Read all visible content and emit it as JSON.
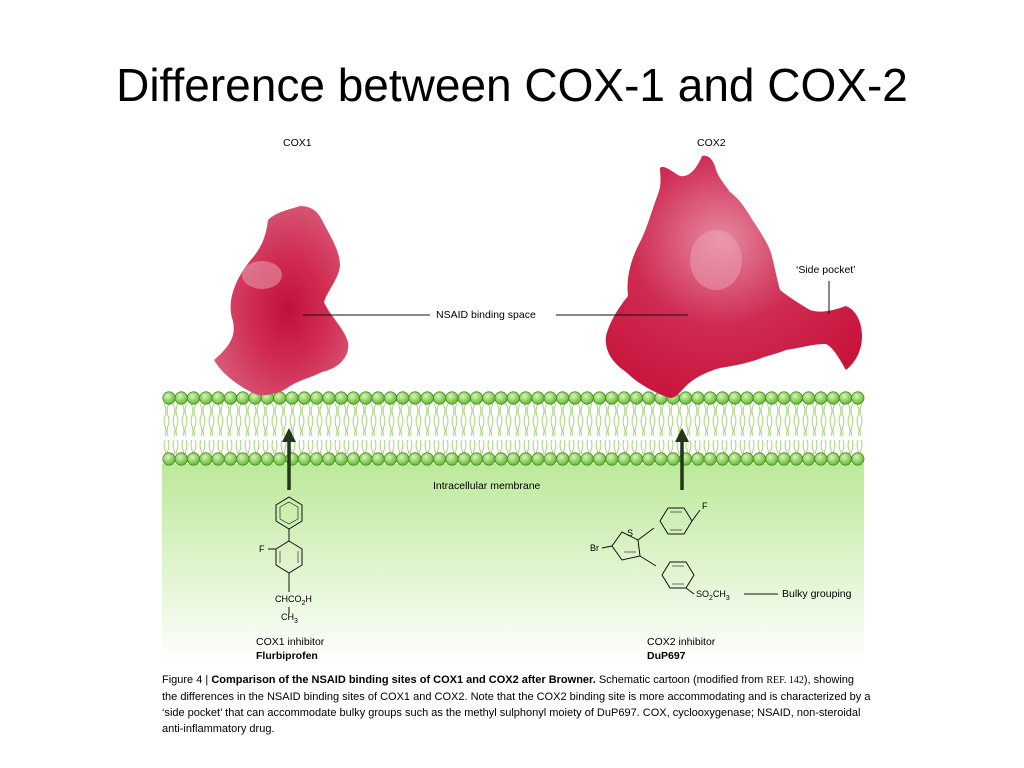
{
  "slide": {
    "title": "Difference between COX-1 and COX-2"
  },
  "figure": {
    "cox1_label": "COX1",
    "cox2_label": "COX2",
    "side_pocket_label": "‘Side pocket’",
    "binding_space_label": "NSAID binding space",
    "membrane_label": "Intracellular membrane",
    "bulky_label": "Bulky grouping",
    "cox1_inhibitor": {
      "title": "COX1 inhibitor",
      "name": "Flurbiprofen"
    },
    "cox2_inhibitor": {
      "title": "COX2 inhibitor",
      "name": "DuP697"
    },
    "chem": {
      "f1": "F",
      "chco2h": "CHCO",
      "chco2h_sub": "2",
      "chco2h_tail": "H",
      "ch3": "CH",
      "ch3_sub": "3",
      "s": "S",
      "br": "Br",
      "f2": "F",
      "so2ch3": "SO",
      "so2_sub": "2",
      "so2_ch": "CH",
      "so2_sub3": "3"
    }
  },
  "caption": {
    "fig_no": "Figure 4 | ",
    "bold_title": "Comparison of the NSAID binding sites of COX1 and COX2 after Browner.",
    "text1": " Schematic cartoon (modified from ",
    "ref": "REF. 142",
    "text2": "), showing the differences in the NSAID binding sites of COX1 and COX2. Note that the COX2 binding site is more accommodating and is characterized by a ‘side pocket’ that can accommodate bulky groups such as the methyl sulphonyl moiety of DuP697. COX, cyclooxygenase; NSAID, non-steroidal anti-inflammatory drug."
  },
  "colors": {
    "enzyme": "#c8143c",
    "enzyme_light": "#e88ea4",
    "membrane_green": "#a6dc62",
    "lipid_head": "#8bd24a",
    "cytosol_top": "#c8f0a0",
    "arrow": "#2a3a1a"
  }
}
